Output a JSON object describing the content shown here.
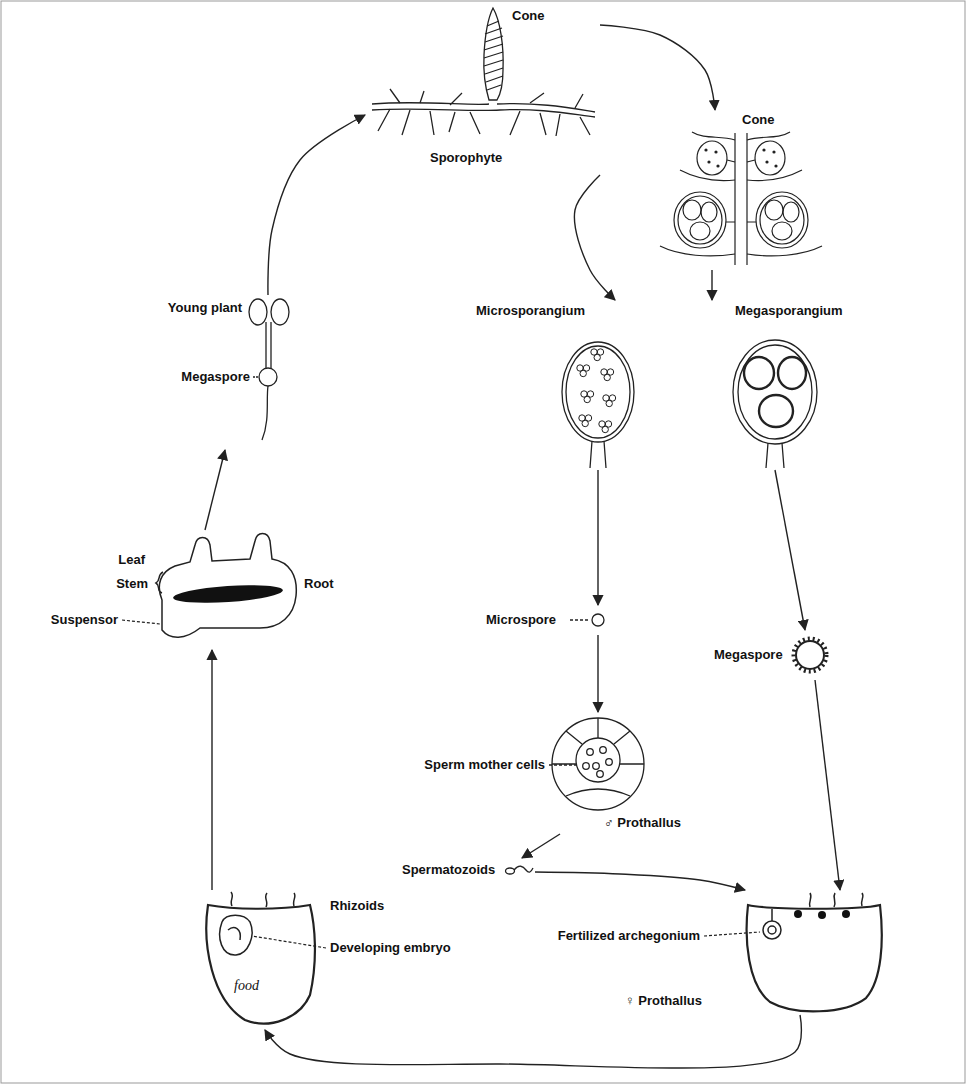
{
  "diagram": {
    "nodes": [
      {
        "text": [
          "Cone",
          "Sporophyte"
        ]
      },
      {
        "text": [
          "Cone"
        ]
      },
      {
        "text": [
          "Microsporangium"
        ]
      },
      {
        "text": [
          "Megasporangium"
        ]
      },
      {
        "text": [
          "Microspore"
        ]
      },
      {
        "text": [
          "Megaspore"
        ]
      },
      {
        "text": [
          "Sperm mother cells",
          "♂ Prothallus"
        ]
      },
      {
        "text": [
          "Spermatozoids"
        ]
      },
      {
        "text": [
          "Fertilized archegonium",
          "♀ Prothallus"
        ]
      },
      {
        "text": [
          "Rhizoids",
          "Developing embryo",
          "food"
        ]
      },
      {
        "text": [
          "Leaf",
          "Stem",
          "Root",
          "Suspensor"
        ]
      },
      {
        "text": [
          "Young plant",
          "Megaspore"
        ]
      }
    ],
    "edges": [
      {
        "from": 0,
        "to": 1,
        "arrow": "to"
      },
      {
        "from": 1,
        "to": 2,
        "arrow": "to"
      },
      {
        "from": 1,
        "to": 3,
        "arrow": "to"
      },
      {
        "from": 2,
        "to": 4,
        "arrow": "to"
      },
      {
        "from": 3,
        "to": 5,
        "arrow": "to"
      },
      {
        "from": 4,
        "to": 6,
        "arrow": "to"
      },
      {
        "from": 6,
        "to": 7,
        "arrow": "to"
      },
      {
        "from": 7,
        "to": 8,
        "arrow": "to"
      },
      {
        "from": 5,
        "to": 8,
        "arrow": "to"
      },
      {
        "from": 8,
        "to": 9,
        "arrow": "to"
      },
      {
        "from": 9,
        "to": 10,
        "arrow": "to"
      },
      {
        "from": 10,
        "to": 11,
        "arrow": "to"
      },
      {
        "from": 11,
        "to": 0,
        "arrow": "to"
      }
    ]
  }
}
